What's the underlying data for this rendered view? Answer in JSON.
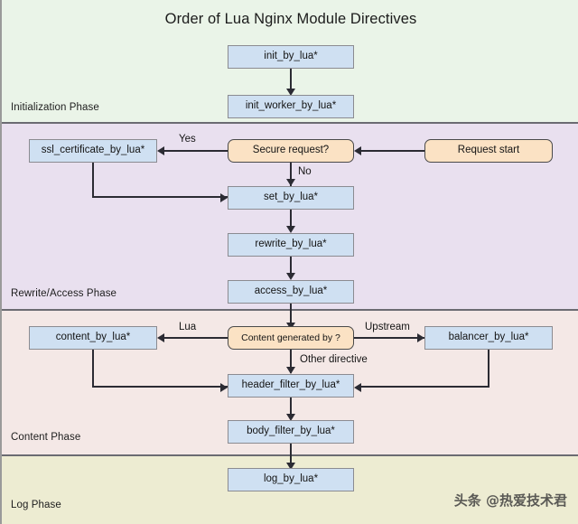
{
  "diagram": {
    "title": "Order of Lua Nginx Module Directives",
    "watermark": "头条 @热爱技术君",
    "colors": {
      "initialization_band": "#eaf4e8",
      "rewrite_band": "#e9e0ef",
      "content_band": "#f4e8e6",
      "log_band": "#edecd2",
      "process_node_fill": "#cfe0f2",
      "process_node_border": "#8b8b91",
      "decision_node_fill": "#fbe2c4",
      "decision_node_border": "#4a4a4a",
      "connector": "#2b2b33",
      "band_divider": "#6b6b72"
    }
  },
  "phases": [
    {
      "id": "initialization",
      "label": "Initialization Phase"
    },
    {
      "id": "rewrite",
      "label": "Rewrite/Access Phase"
    },
    {
      "id": "content",
      "label": "Content Phase"
    },
    {
      "id": "log",
      "label": "Log Phase"
    }
  ],
  "nodes": [
    {
      "id": "init_by_lua",
      "label": "init_by_lua*",
      "type": "process",
      "phase": "initialization"
    },
    {
      "id": "init_worker_by_lua",
      "label": "init_worker_by_lua*",
      "type": "process",
      "phase": "initialization"
    },
    {
      "id": "request_start",
      "label": "Request start",
      "type": "decision",
      "phase": "rewrite"
    },
    {
      "id": "secure_request",
      "label": "Secure request?",
      "type": "decision",
      "phase": "rewrite"
    },
    {
      "id": "ssl_certificate",
      "label": "ssl_certificate_by_lua*",
      "type": "process",
      "phase": "rewrite"
    },
    {
      "id": "set_by_lua",
      "label": "set_by_lua*",
      "type": "process",
      "phase": "rewrite"
    },
    {
      "id": "rewrite_by_lua",
      "label": "rewrite_by_lua*",
      "type": "process",
      "phase": "rewrite"
    },
    {
      "id": "access_by_lua",
      "label": "access_by_lua*",
      "type": "process",
      "phase": "rewrite"
    },
    {
      "id": "content_generated",
      "label": "Content generated by ?",
      "type": "decision",
      "phase": "content"
    },
    {
      "id": "content_by_lua",
      "label": "content_by_lua*",
      "type": "process",
      "phase": "content"
    },
    {
      "id": "balancer_by_lua",
      "label": "balancer_by_lua*",
      "type": "process",
      "phase": "content"
    },
    {
      "id": "header_filter",
      "label": "header_filter_by_lua*",
      "type": "process",
      "phase": "content"
    },
    {
      "id": "body_filter",
      "label": "body_filter_by_lua*",
      "type": "process",
      "phase": "content"
    },
    {
      "id": "log_by_lua",
      "label": "log_by_lua*",
      "type": "process",
      "phase": "log"
    }
  ],
  "edges": [
    {
      "from": "init_by_lua",
      "to": "init_worker_by_lua",
      "label": ""
    },
    {
      "from": "request_start",
      "to": "secure_request",
      "label": ""
    },
    {
      "from": "secure_request",
      "to": "ssl_certificate",
      "label": "Yes"
    },
    {
      "from": "secure_request",
      "to": "set_by_lua",
      "label": "No"
    },
    {
      "from": "ssl_certificate",
      "to": "set_by_lua",
      "label": ""
    },
    {
      "from": "set_by_lua",
      "to": "rewrite_by_lua",
      "label": ""
    },
    {
      "from": "rewrite_by_lua",
      "to": "access_by_lua",
      "label": ""
    },
    {
      "from": "access_by_lua",
      "to": "content_generated",
      "label": ""
    },
    {
      "from": "content_generated",
      "to": "content_by_lua",
      "label": "Lua"
    },
    {
      "from": "content_generated",
      "to": "balancer_by_lua",
      "label": "Upstream"
    },
    {
      "from": "content_generated",
      "to": "header_filter",
      "label": "Other directive"
    },
    {
      "from": "content_by_lua",
      "to": "header_filter",
      "label": ""
    },
    {
      "from": "balancer_by_lua",
      "to": "header_filter",
      "label": ""
    },
    {
      "from": "header_filter",
      "to": "body_filter",
      "label": ""
    },
    {
      "from": "body_filter",
      "to": "log_by_lua",
      "label": ""
    }
  ],
  "edge_labels": {
    "yes": "Yes",
    "no": "No",
    "lua": "Lua",
    "upstream": "Upstream",
    "other_directive": "Other directive"
  }
}
